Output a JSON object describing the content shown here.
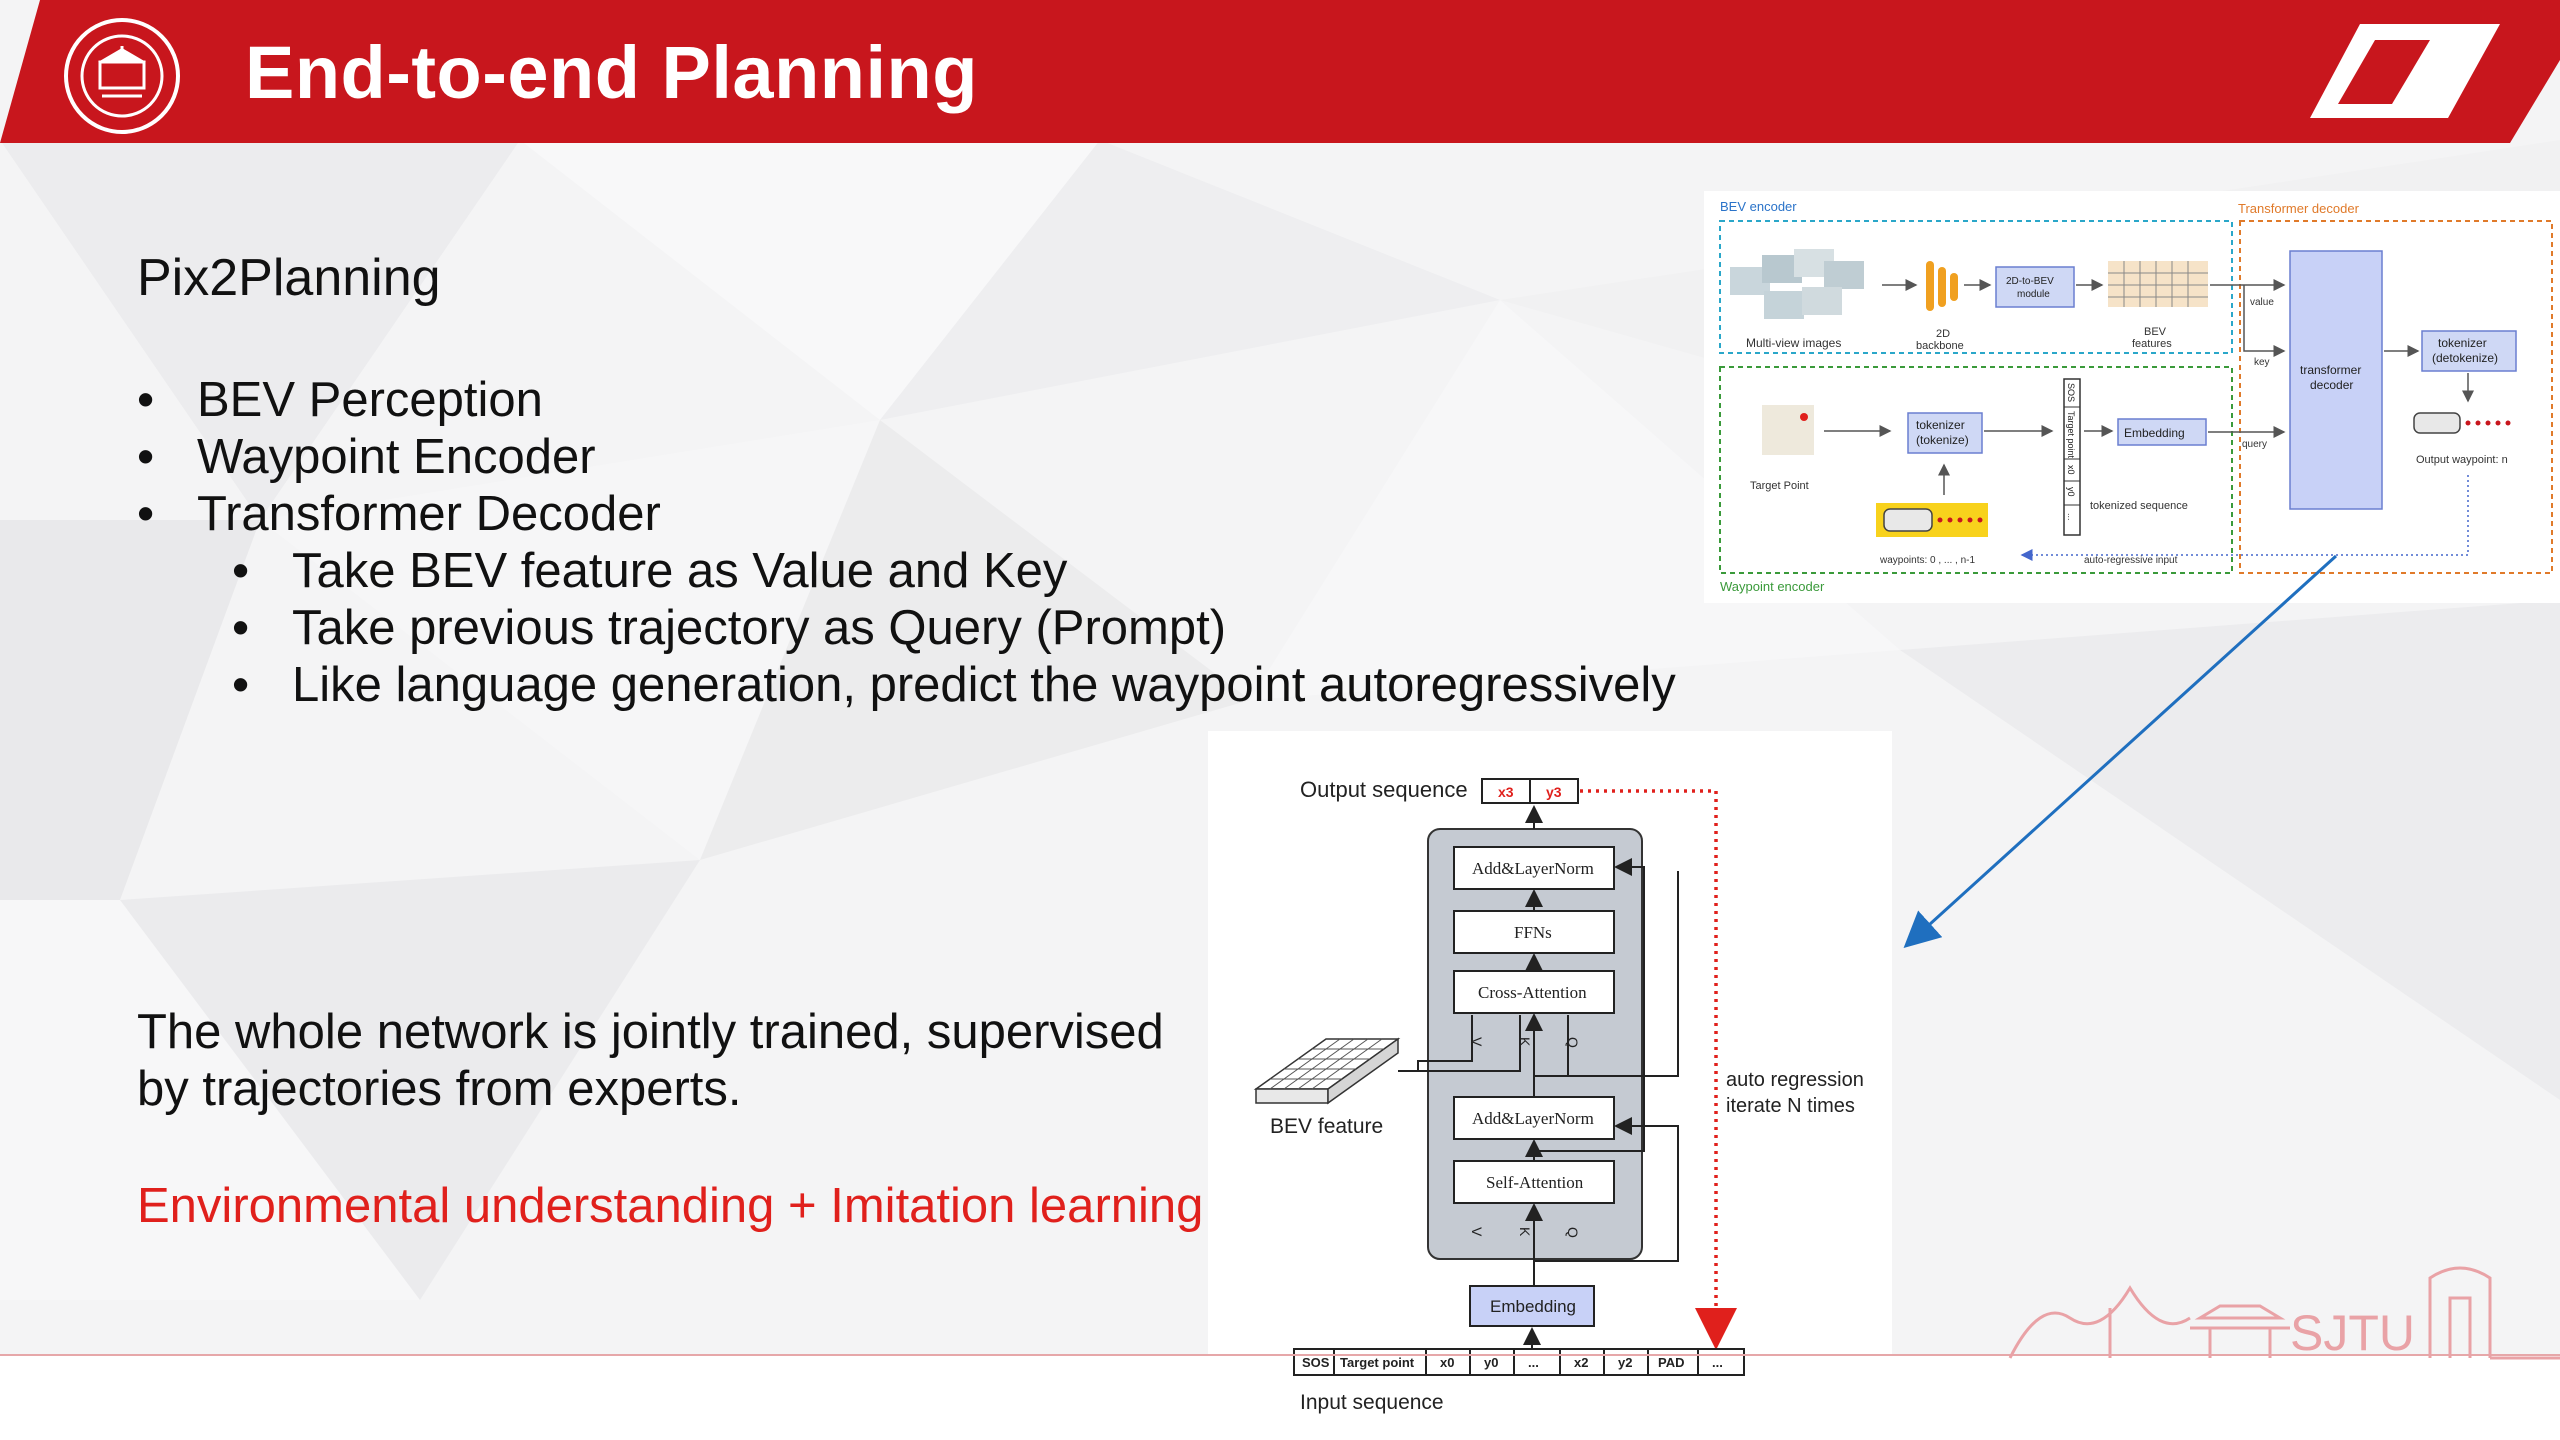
{
  "header": {
    "title": "End-to-end Planning",
    "logo_icon": "university-seal-icon",
    "accent_color": "#c8161d"
  },
  "content": {
    "subtitle": "Pix2Planning",
    "bullets": [
      "BEV Perception",
      "Waypoint Encoder",
      "Transformer Decoder"
    ],
    "sub_bullets": [
      "Take BEV feature as Value and Key",
      "Take previous trajectory as Query (Prompt)",
      "Like language generation, predict the waypoint autoregressively"
    ],
    "summary_line1": "The whole network is jointly trained, supervised",
    "summary_line2": "by trajectories from experts.",
    "highlight": "Environmental understanding + Imitation learning",
    "highlight_color": "#e0201c"
  },
  "top_figure": {
    "bev_encoder_label": "BEV encoder",
    "transformer_decoder_label": "Transformer decoder",
    "waypoint_encoder_label": "Waypoint encoder",
    "multiview_label": "Multi-view images",
    "backbone_label_1": "2D",
    "backbone_label_2": "backbone",
    "module_label_1": "2D-to-BEV",
    "module_label_2": "module",
    "bev_features_1": "BEV",
    "bev_features_2": "features",
    "value": "value",
    "key": "key",
    "query": "query",
    "decoder_1": "transformer",
    "decoder_2": "decoder",
    "detok_1": "tokenizer",
    "detok_2": "(detokenize)",
    "output_waypoint": "Output waypoint: n",
    "target_point": "Target Point",
    "tok_1": "tokenizer",
    "tok_2": "(tokenize)",
    "seq_sos": "SOS",
    "seq_target": "Target point",
    "seq_x0": "x0",
    "seq_y0": "y0",
    "seq_dots": "...",
    "embedding": "Embedding",
    "tokenized_sequence": "tokenized sequence",
    "waypoints": "waypoints: 0 , ... , n-1",
    "auto_input": "auto-regressive input"
  },
  "bottom_figure": {
    "output_sequence": "Output sequence",
    "out_x3": "x3",
    "out_y3": "y3",
    "add_norm": "Add&LayerNorm",
    "ffns": "FFNs",
    "cross_attention": "Cross-Attention",
    "self_attention": "Self-Attention",
    "v": "V",
    "k": "K",
    "q": "Q",
    "bev_feature": "BEV feature",
    "auto_regression_1": "auto regression",
    "auto_regression_2": "iterate N times",
    "embedding": "Embedding",
    "input_sequence": "Input sequence",
    "tokens": [
      "SOS",
      "Target point",
      "x0",
      "y0",
      "...",
      "x2",
      "y2",
      "PAD",
      "..."
    ]
  },
  "footer": {
    "brand": "SJTU"
  }
}
